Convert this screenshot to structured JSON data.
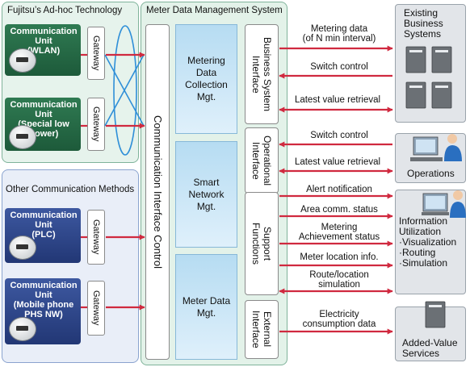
{
  "panels": {
    "fujitsu": "Fujitsu’s Ad-hoc Technology",
    "mdms": "Meter Data Management System",
    "other": "Other Communication Methods"
  },
  "units": [
    {
      "label": "Communication Unit (WLAN)",
      "lines": [
        "Communication",
        "Unit",
        "(WLAN)"
      ]
    },
    {
      "label": "Communication Unit (Special low Power)",
      "lines": [
        "Communication",
        "Unit",
        "(Special low",
        "Power)"
      ]
    },
    {
      "label": "Communication Unit (PLC)",
      "lines": [
        "Communication",
        "Unit",
        "(PLC)"
      ]
    },
    {
      "label": "Communication Unit (Mobile phone PHS NW)",
      "lines": [
        "Communication",
        "Unit",
        "(Mobile phone",
        "PHS NW)"
      ]
    }
  ],
  "gateway_label": "Gateway",
  "comm_interface_control": "Communication Interface Control",
  "mgt_blocks": [
    {
      "lines": [
        "Metering",
        "Data",
        "Collection",
        "Mgt."
      ]
    },
    {
      "lines": [
        "Smart",
        "Network",
        "Mgt."
      ]
    },
    {
      "lines": [
        "Meter Data",
        "Mgt."
      ]
    }
  ],
  "interfaces": [
    {
      "lines": [
        "Business System",
        "Interface"
      ]
    },
    {
      "lines": [
        "Operational",
        "Interface"
      ]
    },
    {
      "lines": [
        "Support",
        "Functions"
      ]
    },
    {
      "lines": [
        "External",
        "Interface"
      ]
    }
  ],
  "flow_labels": [
    {
      "lines": [
        "Metering data",
        "(of N min interval)"
      ]
    },
    {
      "lines": [
        "Switch control"
      ]
    },
    {
      "lines": [
        "Latest value retrieval"
      ]
    },
    {
      "lines": [
        "Switch control"
      ]
    },
    {
      "lines": [
        "Latest value retrieval"
      ]
    },
    {
      "lines": [
        "Alert notification"
      ]
    },
    {
      "lines": [
        "Area comm. status"
      ]
    },
    {
      "lines": [
        "Metering",
        "Achievement status"
      ]
    },
    {
      "lines": [
        "Meter location info."
      ]
    },
    {
      "lines": [
        "Route/location",
        "simulation"
      ]
    },
    {
      "lines": [
        "Electricity",
        "consumption data"
      ]
    }
  ],
  "systems": [
    {
      "lines": [
        "Existing",
        "Business",
        "Systems"
      ]
    },
    {
      "lines": [
        "Operations"
      ]
    },
    {
      "lines": [
        "Information",
        "Utilization",
        "·Visualization",
        "·Routing",
        "·Simulation"
      ]
    },
    {
      "lines": [
        "Added-Value",
        "Services"
      ]
    }
  ],
  "colors": {
    "arrow": "#d0293f",
    "wireless": "#2f8fd8",
    "green_unit": "#1d5a3a",
    "blue_unit": "#223775"
  }
}
